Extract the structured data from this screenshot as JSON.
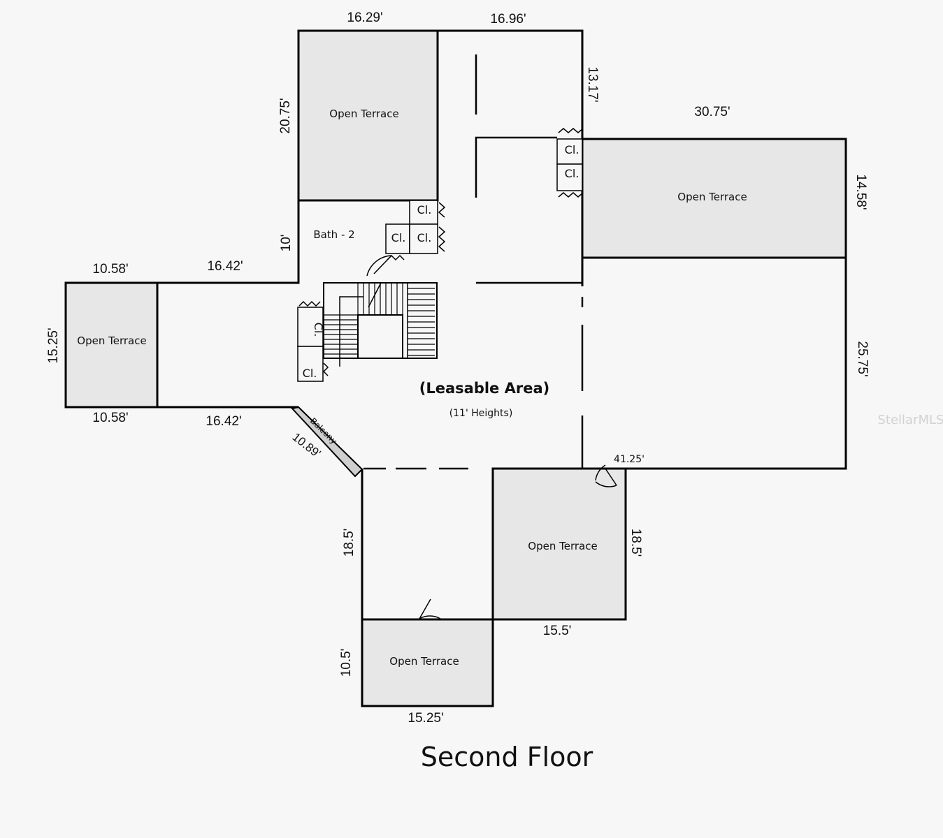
{
  "plan": {
    "title": "Second Floor",
    "main_area": {
      "label": "(Leasable Area)",
      "sub": "(11' Heights)"
    },
    "bath_label": "Bath - 2",
    "balcony_label": "Balcony",
    "terraces": [
      {
        "label": "Open Terrace"
      },
      {
        "label": "Open Terrace"
      },
      {
        "label": "Open Terrace"
      },
      {
        "label": "Open Terrace"
      },
      {
        "label": "Open Terrace"
      }
    ],
    "closets": [
      "Cl.",
      "Cl.",
      "Cl.",
      "Cl.",
      "Cl.",
      "Cl.",
      "Cl."
    ],
    "dimensions": {
      "top_left_terrace_width": "16.29'",
      "top_corridor_width": "16.96'",
      "top_left_terrace_height": "20.75'",
      "corridor_right_height": "13.17'",
      "right_terrace_width": "30.75'",
      "right_terrace_height": "14.58'",
      "bath_wall_height": "10'",
      "left_terrace_top": "10.58'",
      "left_top_wall": "16.42'",
      "left_terrace_height": "15.25'",
      "left_terrace_bottom": "10.58'",
      "left_bottom_wall": "16.42'",
      "balcony_length": "10.89'",
      "right_lower_wall": "25.75'",
      "bottom_right_wall": "41.25'",
      "lower_left_wall": "18.5'",
      "lower_right_terrace_height": "18.5'",
      "lower_right_terrace_width": "15.5'",
      "bottom_terrace_height": "10.5'",
      "bottom_terrace_width": "15.25'"
    }
  },
  "watermark": "StellarMLS"
}
